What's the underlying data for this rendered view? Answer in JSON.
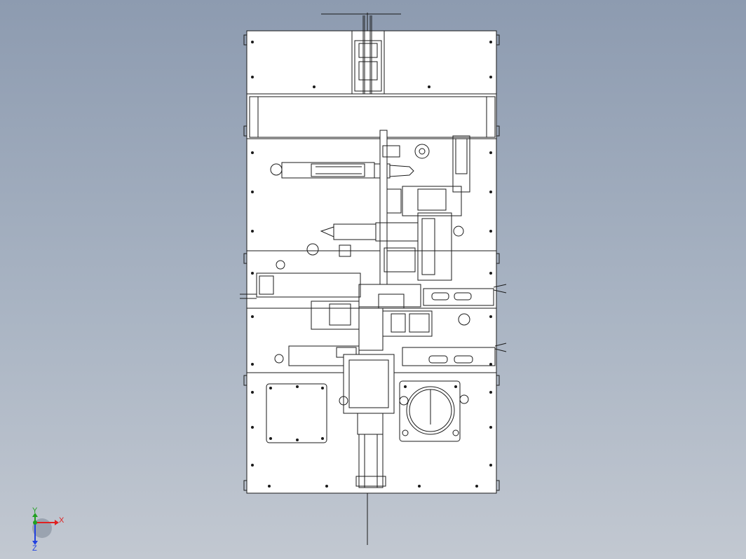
{
  "colors": {
    "background_top": "#8d9bb0",
    "background_bottom": "#c2c8d1",
    "drawing_fill": "#ffffff",
    "drawing_stroke": "#1a1a1a",
    "axis_x": "#e02020",
    "axis_y": "#20a020",
    "axis_z": "#2040e0"
  },
  "triad": {
    "x_label": "X",
    "y_label": "Y",
    "z_label": "Z"
  }
}
